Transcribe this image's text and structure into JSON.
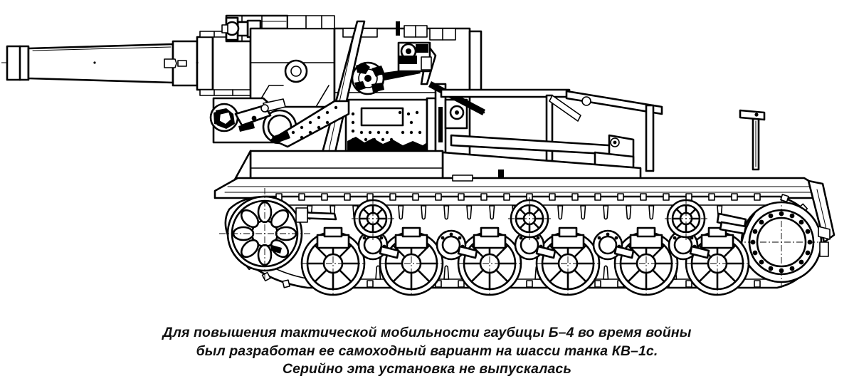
{
  "document": {
    "type": "technical-line-drawing",
    "subject": "Soviet self-propelled 203 mm howitzer B-4 on KV-1s tank chassis, left side elevation",
    "background_color": "#ffffff",
    "line_color": "#000000",
    "caption_color": "#111111"
  },
  "caption": {
    "line1": "Для повышения тактической мобильности гаубицы Б–4 во время войны",
    "line2": "был разработан ее самоходный вариант на шасси танка КВ–1с.",
    "line3": "Серийно эта установка не выпускалась",
    "alignment": "center",
    "style": "bold-italic"
  },
  "figure": {
    "title": "SU-B-4 self-propelled howitzer side view",
    "view": "left side elevation",
    "parts": [
      {
        "id": "gun-barrel",
        "label": "203 mm B-4 howitzer barrel"
      },
      {
        "id": "muzzle",
        "label": "muzzle with reinforcing collar"
      },
      {
        "id": "barrel-taper",
        "label": "tapered barrel section"
      },
      {
        "id": "recoil-cylinders",
        "label": "recoil and recuperator cylinders"
      },
      {
        "id": "gun-cradle",
        "label": "gun cradle and trunnion mount"
      },
      {
        "id": "breech-block",
        "label": "breech mechanism"
      },
      {
        "id": "elevating-gear",
        "label": "elevating handwheel and gear"
      },
      {
        "id": "gun-shield",
        "label": "wedge-shaped gun shield plate"
      },
      {
        "id": "loading-tray",
        "label": "shell loading tray"
      },
      {
        "id": "fighting-compartment",
        "label": "open fighting compartment"
      },
      {
        "id": "hull",
        "label": "KV-1s hull"
      },
      {
        "id": "glacis",
        "label": "front glacis plate"
      },
      {
        "id": "fender",
        "label": "track fender / mudguard"
      },
      {
        "id": "rear-railing",
        "label": "rear platform railing"
      },
      {
        "id": "antenna-post",
        "label": "rear vertical post"
      },
      {
        "id": "idler-wheel",
        "label": "front idler wheel"
      },
      {
        "id": "drive-sprocket",
        "label": "rear drive sprocket"
      },
      {
        "id": "road-wheels",
        "label": "road wheels"
      },
      {
        "id": "return-rollers",
        "label": "track return rollers"
      },
      {
        "id": "track",
        "label": "track with guide horns"
      },
      {
        "id": "suspension-arms",
        "label": "torsion bar suspension arms"
      },
      {
        "id": "centerline",
        "label": "barrel centerline axis"
      }
    ],
    "counts": {
      "road_wheels": 6,
      "return_rollers": 3,
      "drive_sprocket_bolts": 16,
      "idler_spoke_openings": 8,
      "road_wheel_spokes": 8
    }
  }
}
